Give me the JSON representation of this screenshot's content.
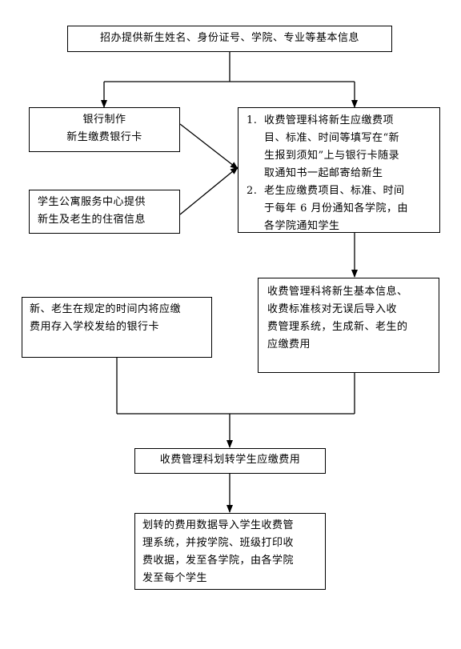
{
  "boxes": {
    "top": "招办提供新生姓名、身份证号、学院、专业等基本信息",
    "bank": [
      "银行制作",
      "新生缴费银行卡"
    ],
    "dorm": [
      "学生公寓服务中心提供",
      "新生及老生的住宿信息"
    ],
    "mgmt_items": [
      {
        "num": "1.",
        "lines": [
          "收费管理科将新生应缴费项",
          "目、标准、时间等填写在“新",
          "生报到须知”上与银行卡随录",
          "取通知书一起邮寄给新生"
        ]
      },
      {
        "num": "2.",
        "lines": [
          "老生应缴费项目、标准、时间",
          "于每年 6 月份通知各学院，由",
          "各学院通知学生"
        ]
      }
    ],
    "student": [
      "新、老生在规定的时间内将应缴",
      "费用存入学校发给的银行卡"
    ],
    "import": [
      "收费管理科将新生基本信息、",
      "收费标准核对无误后导入收",
      "费管理系统，生成新、老生的",
      "应缴费用"
    ],
    "transfer": "收费管理科划转学生应缴费用",
    "final": [
      "划转的费用数据导入学生收费管",
      "理系统，并按学院、班级打印收",
      "费收据，发至各学院，由各学院",
      "发至每个学生"
    ]
  }
}
